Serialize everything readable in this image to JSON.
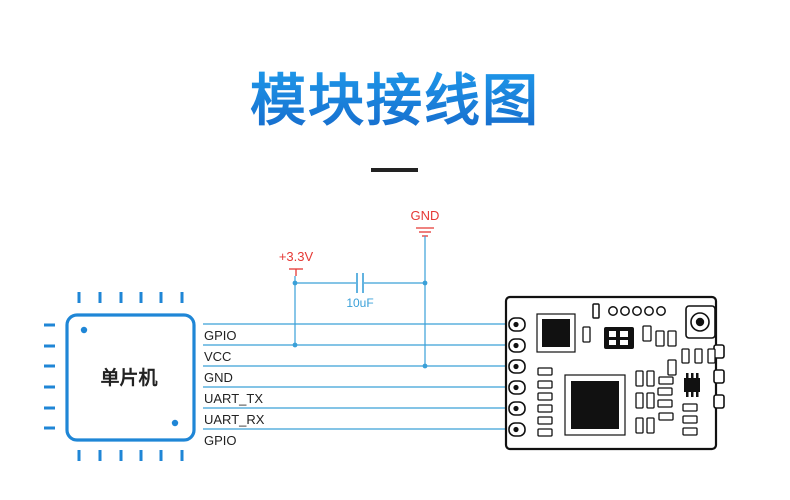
{
  "page": {
    "title": "模块接线图"
  },
  "power": {
    "gnd_label": "GND",
    "v33_label": "+3.3V",
    "cap_label": "10uF"
  },
  "mcu": {
    "label": "单片机"
  },
  "pins": [
    {
      "label": "GPIO"
    },
    {
      "label": "VCC"
    },
    {
      "label": "GND"
    },
    {
      "label": "UART_TX"
    },
    {
      "label": "UART_RX"
    },
    {
      "label": "GPIO"
    }
  ],
  "colors": {
    "accent": "#1f86d6",
    "wire": "#3aa0d8",
    "power": "#e53935",
    "chip": "#111111",
    "title_top": "#1f9cec",
    "title_bottom": "#1565c8"
  }
}
